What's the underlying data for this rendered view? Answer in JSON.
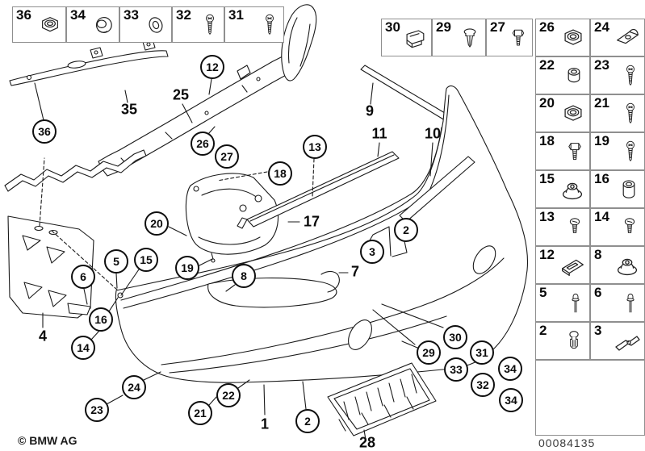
{
  "meta": {
    "copyright": "© BMW AG",
    "document_number": "00084135"
  },
  "legend_boxes": {
    "top_left_row": [
      {
        "label": "36",
        "icon": "hex-nut-icon"
      },
      {
        "label": "34",
        "icon": "grommet-icon"
      },
      {
        "label": "33",
        "icon": "washer-icon"
      },
      {
        "label": "32",
        "icon": "pan-screw-icon"
      },
      {
        "label": "31",
        "icon": "pan-screw-icon"
      }
    ],
    "top_middle_row": [
      {
        "label": "30",
        "icon": "clip-nut-icon"
      },
      {
        "label": "29",
        "icon": "expanding-rivet-icon"
      },
      {
        "label": "27",
        "icon": "hex-bolt-icon"
      }
    ],
    "right_grid": [
      {
        "label": "26",
        "icon": "hex-nut-icon"
      },
      {
        "label": "24",
        "icon": "speed-nut-icon"
      },
      {
        "label": "22",
        "icon": "spacer-icon"
      },
      {
        "label": "23",
        "icon": "pan-screw-icon"
      },
      {
        "label": "20",
        "icon": "hex-nut-icon"
      },
      {
        "label": "21",
        "icon": "pan-screw-icon"
      },
      {
        "label": "18",
        "icon": "hex-bolt-icon"
      },
      {
        "label": "19",
        "icon": "pan-screw-icon"
      },
      {
        "label": "15",
        "icon": "flange-nut-icon"
      },
      {
        "label": "16",
        "icon": "sleeve-icon"
      },
      {
        "label": "13",
        "icon": "short-screw-icon"
      },
      {
        "label": "14",
        "icon": "short-screw-icon"
      },
      {
        "label": "12",
        "icon": "slotted-plate-icon"
      },
      {
        "label": "8",
        "icon": "flange-nut-icon"
      },
      {
        "label": "5",
        "icon": "pin-rivet-icon"
      },
      {
        "label": "6",
        "icon": "pin-rivet-icon"
      },
      {
        "label": "2",
        "icon": "expanding-clip-icon"
      },
      {
        "label": "3",
        "icon": "bracket-clip-icon"
      }
    ]
  },
  "callouts": [
    {
      "label": "36"
    },
    {
      "label": "12"
    },
    {
      "label": "26"
    },
    {
      "label": "27"
    },
    {
      "label": "18"
    },
    {
      "label": "13"
    },
    {
      "label": "20"
    },
    {
      "label": "19"
    },
    {
      "label": "5"
    },
    {
      "label": "15"
    },
    {
      "label": "6"
    },
    {
      "label": "16"
    },
    {
      "label": "14"
    },
    {
      "label": "8"
    },
    {
      "label": "3"
    },
    {
      "label": "2"
    },
    {
      "label": "24"
    },
    {
      "label": "23"
    },
    {
      "label": "22"
    },
    {
      "label": "21"
    },
    {
      "label": "2"
    },
    {
      "label": "29"
    },
    {
      "label": "30"
    },
    {
      "label": "31"
    },
    {
      "label": "33"
    },
    {
      "label": "32"
    },
    {
      "label": "34"
    },
    {
      "label": "34"
    }
  ],
  "part_labels": [
    {
      "label": "35"
    },
    {
      "label": "25"
    },
    {
      "label": "9"
    },
    {
      "label": "11"
    },
    {
      "label": "10"
    },
    {
      "label": "17"
    },
    {
      "label": "7"
    },
    {
      "label": "4"
    },
    {
      "label": "1"
    },
    {
      "label": "28"
    }
  ]
}
